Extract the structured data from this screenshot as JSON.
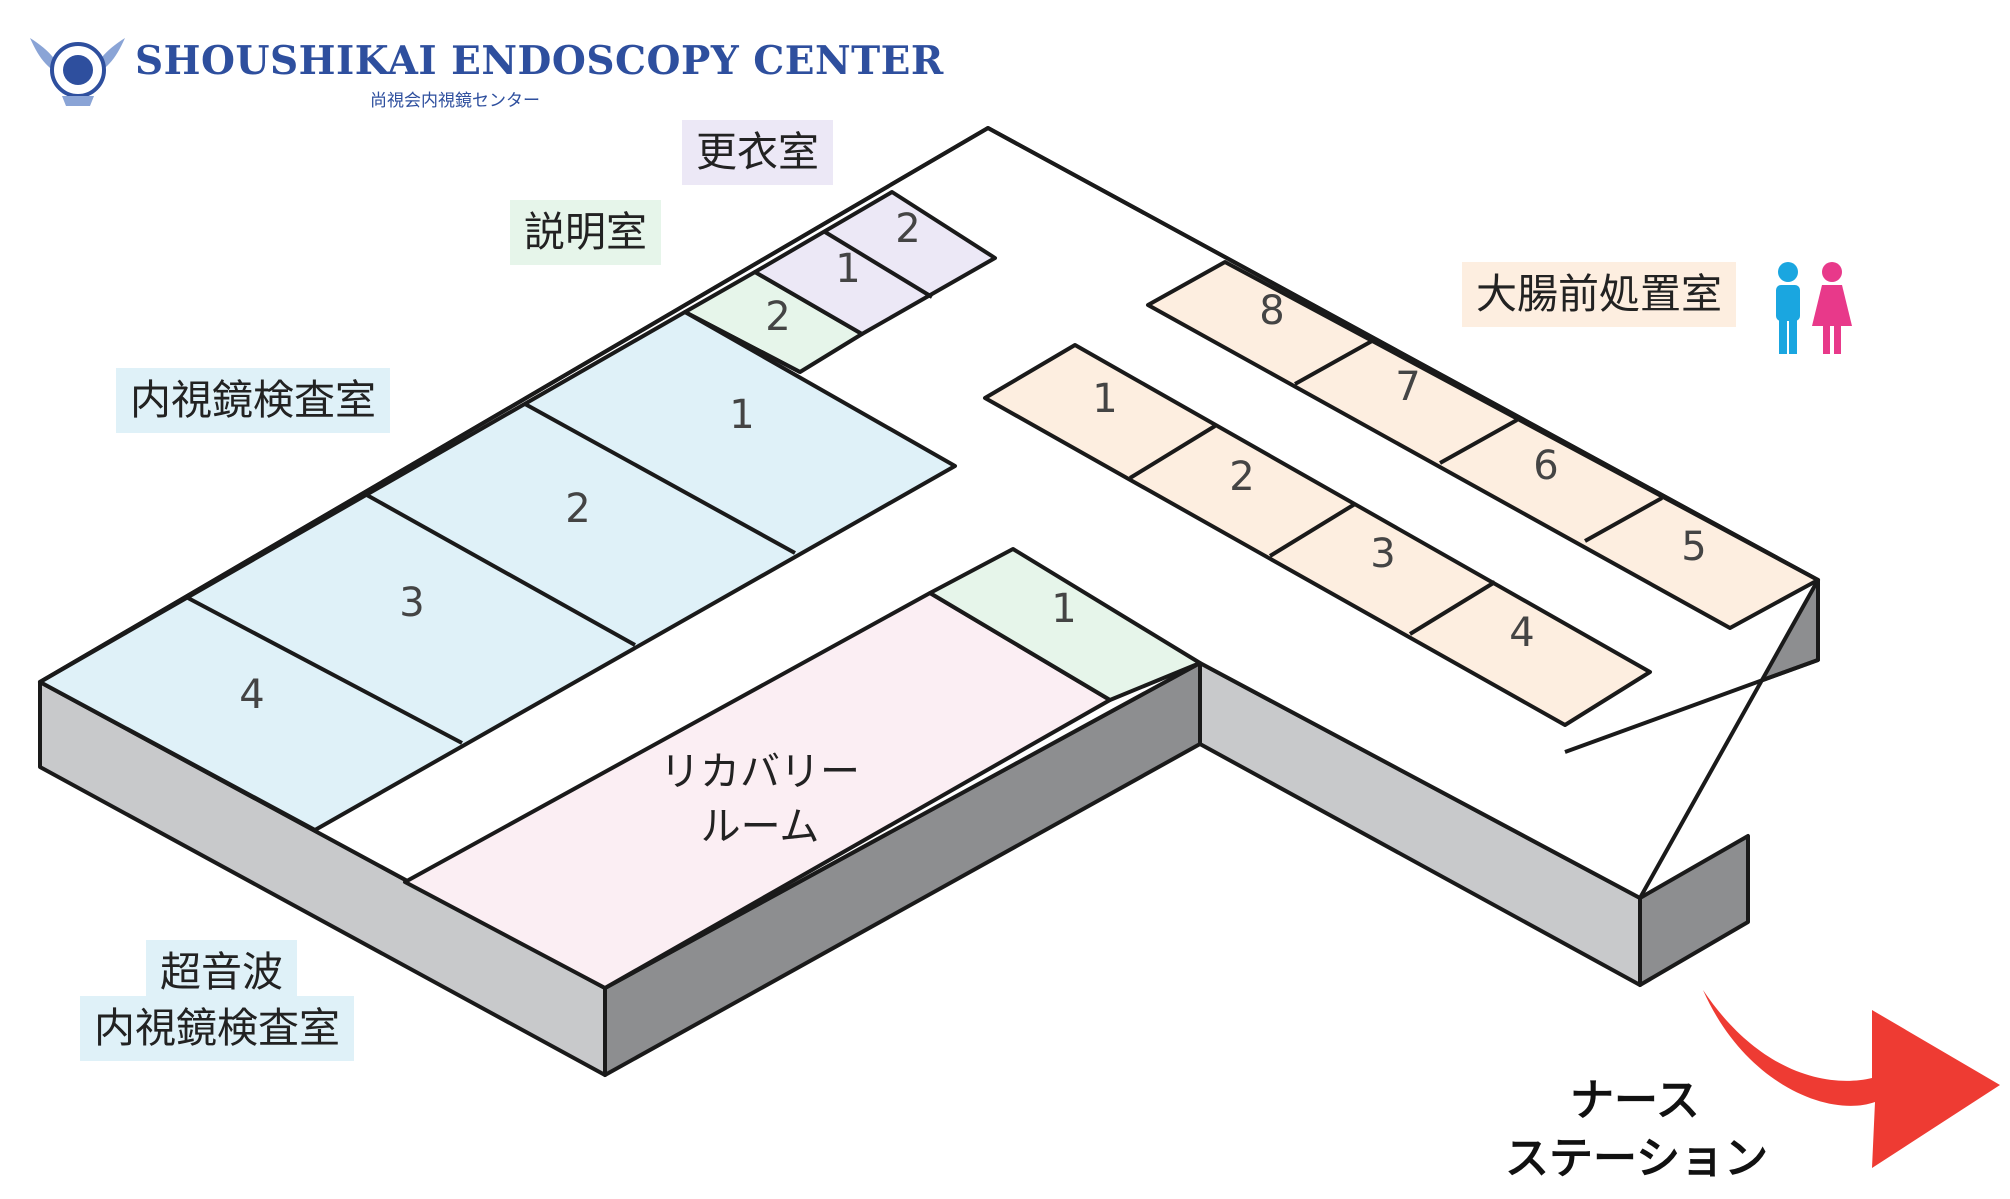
{
  "header": {
    "logo_title": "SHOUSHIKAI ENDOSCOPY CENTER",
    "logo_subtitle": "尚視会内視鏡センター",
    "emblem": "eagle-emblem-icon"
  },
  "labels": {
    "changing_room": "更衣室",
    "consultation_room": "説明室",
    "endoscopy_room": "内視鏡検査室",
    "colon_prep_room": "大腸前処置室",
    "ultrasound_line1": "超音波",
    "ultrasound_line2": "内視鏡検査室",
    "recovery_line1": "リカバリー",
    "recovery_line2": "ルーム",
    "nurse_line1": "ナース",
    "nurse_line2": "ステーション"
  },
  "rooms": {
    "changing": [
      "1",
      "2"
    ],
    "consultation": [
      "2",
      "1"
    ],
    "endoscopy": [
      "1",
      "2",
      "3",
      "4"
    ],
    "colon_prep_inner": [
      "1",
      "2",
      "3",
      "4"
    ],
    "colon_prep_outer": [
      "8",
      "7",
      "6",
      "5"
    ]
  },
  "icons": {
    "restroom_male": "male-restroom-icon",
    "restroom_female": "female-restroom-icon",
    "direction": "red-curved-arrow-icon"
  },
  "colors": {
    "endoscopy": "#dff1f8",
    "consultation": "#e6f5ea",
    "changing": "#ece8f6",
    "colon_prep": "#fdeee0",
    "recovery": "#fbeef3",
    "wall_top": "#c8c9cb",
    "wall_side": "#8d8e90",
    "arrow": "#ee3b33",
    "logo": "#2e4f9e",
    "male": "#1aa6e0",
    "female": "#e8398a"
  }
}
